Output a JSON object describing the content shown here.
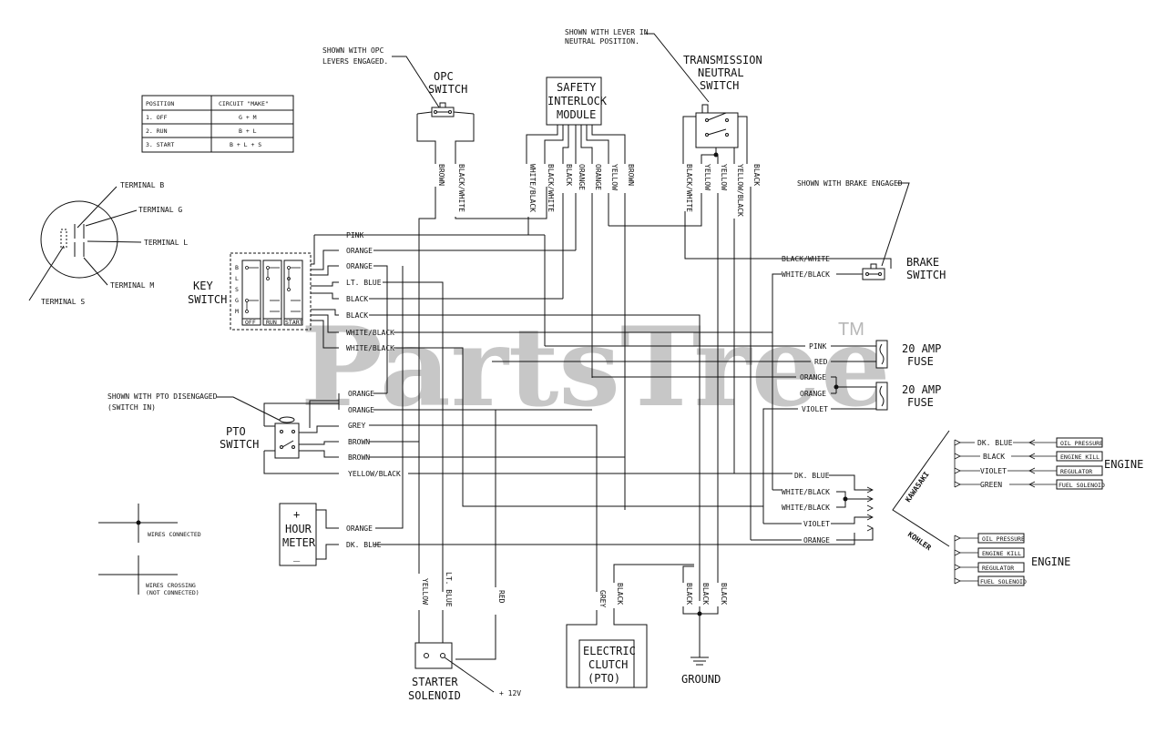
{
  "notes": {
    "opc_engaged": [
      "SHOWN WITH OPC",
      "LEVERS ENGAGED."
    ],
    "lever_neutral": [
      "SHOWN WITH LEVER IN",
      "NEUTRAL POSITION."
    ],
    "brake_engaged": "SHOWN WITH BRAKE ENGAGED",
    "pto_disengaged": [
      "SHOWN WITH PTO DISENGAGED",
      "(SWITCH IN)"
    ]
  },
  "components": {
    "opc_switch": [
      "OPC",
      "SWITCH"
    ],
    "safety_module": [
      "SAFETY",
      "INTERLOCK",
      "MODULE"
    ],
    "trans_switch": [
      "TRANSMISSION",
      "NEUTRAL",
      "SWITCH"
    ],
    "key_switch": [
      "KEY",
      "SWITCH"
    ],
    "brake_switch": [
      "BRAKE",
      "SWITCH"
    ],
    "pto_switch": [
      "PTO",
      "SWITCH"
    ],
    "hour_meter": [
      "+",
      "HOUR",
      "METER",
      "_"
    ],
    "fuse1": [
      "20 AMP",
      "FUSE"
    ],
    "fuse2": [
      "20 AMP",
      "FUSE"
    ],
    "starter": [
      "STARTER",
      "SOLENOID"
    ],
    "clutch": [
      "ELECTRIC",
      "CLUTCH",
      "(PTO)"
    ],
    "ground": "GROUND",
    "plus12": "+ 12V"
  },
  "position_table": {
    "headers": [
      "POSITION",
      "CIRCUIT \"MAKE\""
    ],
    "rows": [
      [
        "1. OFF",
        "G + M"
      ],
      [
        "2. RUN",
        "B + L"
      ],
      [
        "3. START",
        "B + L + S"
      ]
    ]
  },
  "terminals": [
    "TERMINAL B",
    "TERMINAL G",
    "TERMINAL L",
    "TERMINAL M",
    "TERMINAL S"
  ],
  "key_letters": [
    "B",
    "L",
    "S",
    "G",
    "M"
  ],
  "key_positions": [
    "OFF",
    "RUN",
    "START"
  ],
  "wires_top": {
    "opc": [
      "BROWN",
      "BLACK/WHITE"
    ],
    "module": [
      "WHITE/BLACK",
      "BLACK/WHITE",
      "BLACK",
      "ORANGE",
      "ORANGE",
      "YELLOW",
      "BROWN"
    ],
    "trans": [
      "BLACK/WHITE",
      "YELLOW",
      "YELLOW",
      "YELLOW/BLACK",
      "BLACK"
    ]
  },
  "wires_key": [
    "PINK",
    "ORANGE",
    "ORANGE",
    "LT. BLUE",
    "BLACK",
    "BLACK",
    "WHITE/BLACK",
    "WHITE/BLACK"
  ],
  "wires_pto": [
    "ORANGE",
    "ORANGE",
    "GREY",
    "BROWN",
    "BROWN",
    "YELLOW/BLACK"
  ],
  "wires_hour": [
    "ORANGE",
    "DK. BLUE"
  ],
  "wires_brake": [
    "BLACK/WHITE",
    "WHITE/BLACK"
  ],
  "wires_fuse": [
    "PINK",
    "RED",
    "ORANGE",
    "ORANGE",
    "VIOLET"
  ],
  "wires_engine": [
    "DK. BLUE",
    "WHITE/BLACK",
    "WHITE/BLACK",
    "VIOLET",
    "ORANGE"
  ],
  "wires_bottom": {
    "starter": [
      "YELLOW",
      "LT. BLUE",
      "RED"
    ],
    "clutch": [
      "GREY",
      "BLACK"
    ],
    "ground": [
      "BLACK",
      "BLACK",
      "BLACK"
    ]
  },
  "kawasaki": {
    "brand": "KAWASAKI",
    "wires": [
      "DK. BLUE",
      "BLACK",
      "VIOLET",
      "GREEN"
    ],
    "functions": [
      "OIL PRESSURE",
      "ENGINE KILL",
      "REGULATOR",
      "FUEL SOLENOID"
    ],
    "engine": "ENGINE"
  },
  "kohler": {
    "brand": "KOHLER",
    "functions": [
      "OIL PRESSURE",
      "ENGINE KILL",
      "REGULATOR",
      "FUEL SOLENOID"
    ],
    "engine": "ENGINE"
  },
  "legend": {
    "connected": "WIRES CONNECTED",
    "crossing": [
      "WIRES CROSSING",
      "(NOT CONNECTED)"
    ]
  },
  "watermark": {
    "text": "PartsTree",
    "tm": "TM"
  }
}
